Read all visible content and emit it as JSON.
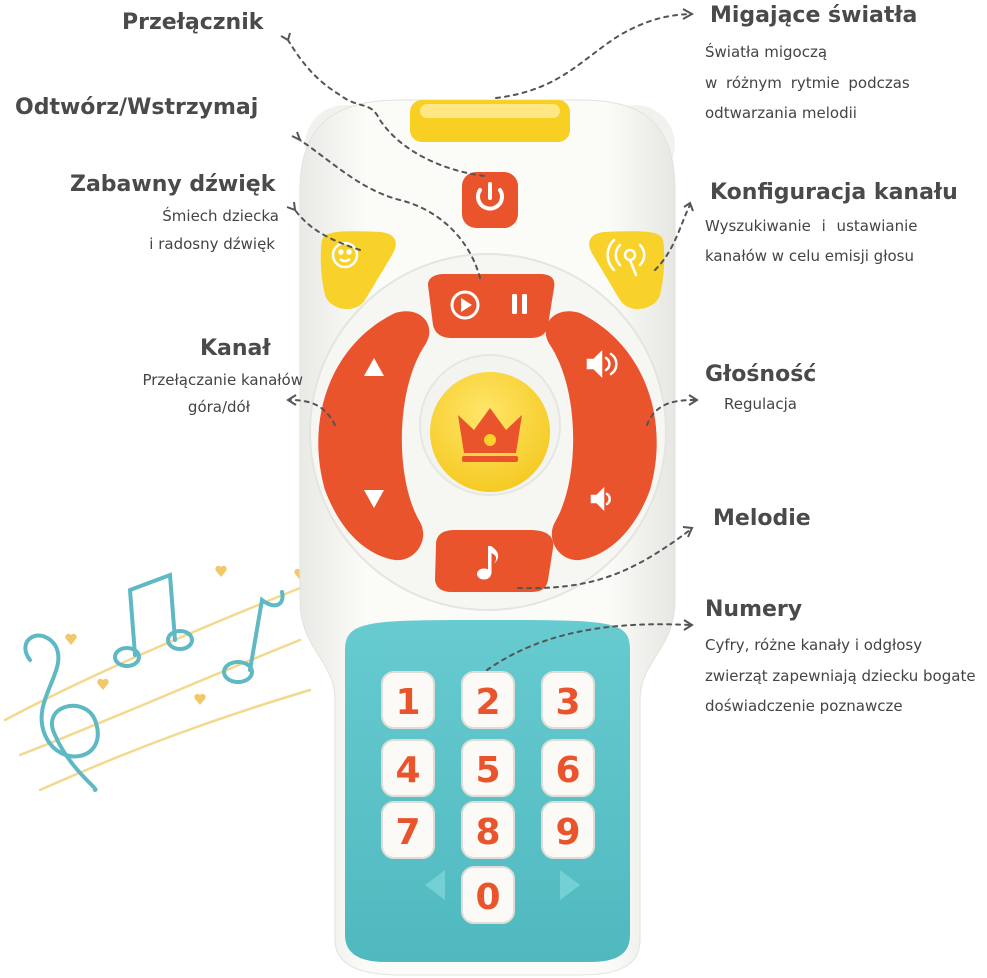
{
  "labels": {
    "przelacznik": {
      "title": "Przełącznik"
    },
    "odtworz": {
      "title": "Odtwórz/Wstrzymaj"
    },
    "zabawny": {
      "title": "Zabawny dźwięk",
      "line1": "Śmiech dziecka",
      "line2": "i radosny dźwięk"
    },
    "kanal": {
      "title": "Kanał",
      "line1": "Przełączanie kanałów",
      "line2": "góra/dół"
    },
    "migajace": {
      "title": "Migające światła",
      "line1": "Światła migoczą",
      "line2": "w różnym rytmie podczas",
      "line3": "odtwarzania melodii"
    },
    "konfiguracja": {
      "title": "Konfiguracja kanału",
      "line1": "Wyszukiwanie i ustawianie",
      "line2": "kanałów w celu emisji głosu"
    },
    "glosnosc": {
      "title": "Głośność",
      "line1": "Regulacja"
    },
    "melodie": {
      "title": "Melodie"
    },
    "numery": {
      "title": "Numery",
      "line1": "Cyfry, różne kanały i odgłosy",
      "line2": "zwierząt zapewniają dziecku bogate",
      "line3": "doświadczenie poznawcze"
    }
  },
  "keypad": [
    "1",
    "2",
    "3",
    "4",
    "5",
    "6",
    "7",
    "8",
    "9",
    "0"
  ],
  "icons": {
    "power": "power-icon",
    "play": "play-icon",
    "pause": "pause-icon",
    "baby": "baby-face-icon",
    "signal": "signal-icon",
    "up": "arrow-up-icon",
    "down": "arrow-down-icon",
    "vol_up": "volume-up-icon",
    "vol_down": "volume-down-icon",
    "crown": "crown-icon",
    "note": "music-note-icon"
  },
  "colors": {
    "orange": "#e9542c",
    "yellow": "#fcd62b",
    "teal": "#59c3c8",
    "white": "#fbfbf8",
    "label": "#4a4a4a"
  }
}
